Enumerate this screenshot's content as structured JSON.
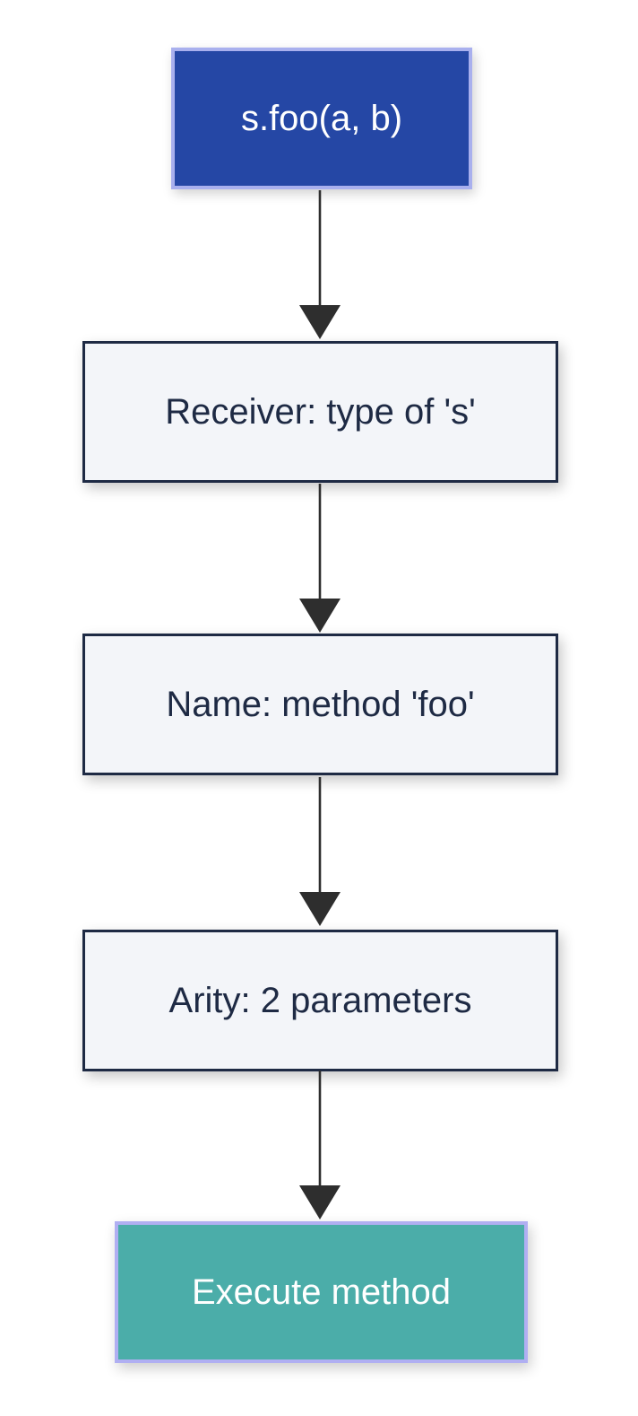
{
  "diagram": {
    "type": "flowchart",
    "direction": "top-down",
    "background": "#ffffff",
    "arrow_color": "#2e2e2e",
    "nodes": [
      {
        "id": "call",
        "label": "s.foo(a, b)",
        "role": "start",
        "fill": "#2547a5",
        "border_color": "#a9b0ee",
        "text_color": "#ffffff"
      },
      {
        "id": "receiver",
        "label": "Receiver: type of 's'",
        "role": "process",
        "fill": "#f3f5f9",
        "border_color": "#1e2a44",
        "text_color": "#1e2a44"
      },
      {
        "id": "name",
        "label": "Name: method 'foo'",
        "role": "process",
        "fill": "#f3f5f9",
        "border_color": "#1e2a44",
        "text_color": "#1e2a44"
      },
      {
        "id": "arity",
        "label": "Arity: 2 parameters",
        "role": "process",
        "fill": "#f3f5f9",
        "border_color": "#1e2a44",
        "text_color": "#1e2a44"
      },
      {
        "id": "execute",
        "label": "Execute method",
        "role": "end",
        "fill": "#4bada9",
        "border_color": "#b0aff2",
        "text_color": "#ffffff"
      }
    ],
    "edges": [
      {
        "from": "call",
        "to": "receiver"
      },
      {
        "from": "receiver",
        "to": "name"
      },
      {
        "from": "name",
        "to": "arity"
      },
      {
        "from": "arity",
        "to": "execute"
      }
    ]
  }
}
